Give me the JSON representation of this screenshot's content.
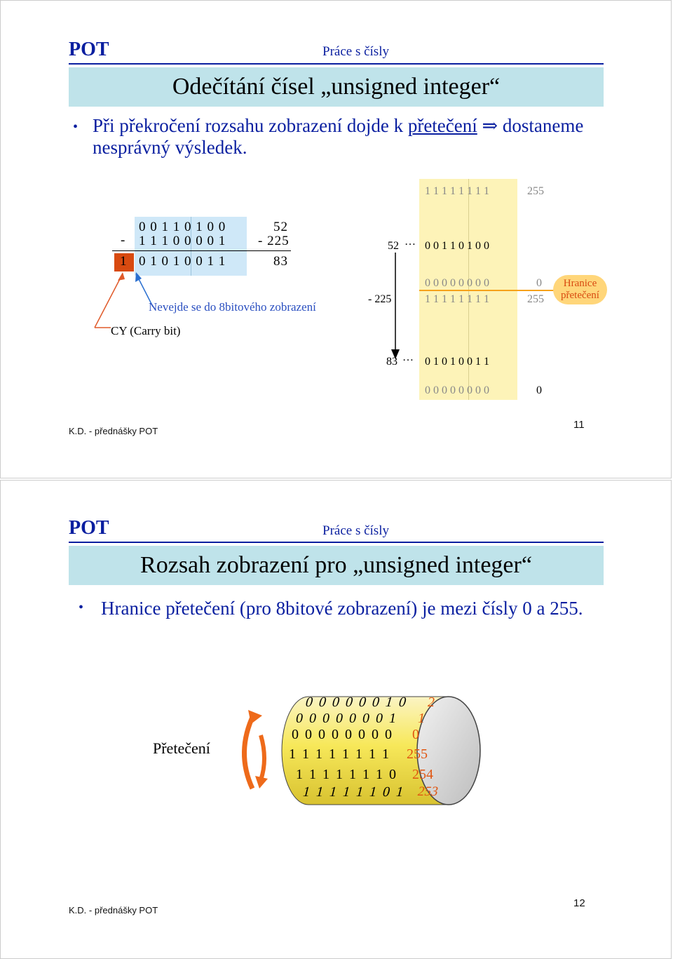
{
  "slide1": {
    "brand": "POT",
    "subject": "Práce s čísly",
    "title": "Odečítání čísel „unsigned integer“",
    "bullet_part1": "Při překročení rozsahu zobrazení dojde k ",
    "bullet_link": "přetečení",
    "bullet_arrow": "⇒",
    "bullet_part2": " dostaneme nesprávný výsledek.",
    "calc": {
      "minus_sign": "-",
      "row1_bits": "0 0 1 1 0 1 0 0",
      "row1_dec": "52",
      "row2_bits": "1 1 1 0 0 0 0 1",
      "row2_dec": "- 225",
      "carry": "1",
      "row3_bits": "0 1 0 1 0 0 1 1",
      "row3_dec": "83",
      "note": "Nevejde se do 8bitového zobrazení",
      "cy_label": "CY (Carry bit)"
    },
    "scale": {
      "top_bits": "1 1 1 1 1 1 1 1",
      "top_dec": "255",
      "label_52": "52",
      "bits_52": "0 0 1 1 0 1 0 0",
      "bits_zero": "0 0 0 0 0 0 0 0",
      "dec_zero": "0",
      "label_minus225": "- 225",
      "bits_255": "1 1 1 1 1 1 1 1",
      "dec_255": "255",
      "boundary_label_1": "Hranice",
      "boundary_label_2": "přetečení",
      "label_83": "83",
      "bits_83": "0 1 0 1 0 0 1 1",
      "bottom_bits": "0 0 0 0 0 0 0 0",
      "bottom_dec": "0"
    },
    "footer": "K.D. - přednášky POT",
    "page": "11"
  },
  "slide2": {
    "brand": "POT",
    "subject": "Práce s čísly",
    "title": "Rozsah zobrazení pro „unsigned integer“",
    "bullet": "Hranice přetečení (pro 8bitové zobrazení) je mezi čísly 0 a 255.",
    "overflow_label": "Přetečení",
    "drum": [
      {
        "bits": "0 0 0 0 0 0 1 0",
        "dec": "2"
      },
      {
        "bits": "0 0 0 0 0 0 0 1",
        "dec": "1"
      },
      {
        "bits": "0 0 0 0 0 0 0 0",
        "dec": "0"
      },
      {
        "bits": "1 1 1 1 1 1 1 1",
        "dec": "255"
      },
      {
        "bits": "1 1 1 1 1 1 1 0",
        "dec": "254"
      },
      {
        "bits": "1 1 1 1 1 1 0 1",
        "dec": "253"
      }
    ],
    "footer": "K.D. - přednášky POT",
    "page": "12"
  },
  "colors": {
    "brand_blue": "#0a1fa0",
    "title_bar": "#bfe3ea",
    "scale_yellow": "#fdf3b8",
    "carry_red": "#d84a10",
    "boundary_orange": "#f6a21b",
    "drum_yellow": "#f7e85a"
  }
}
